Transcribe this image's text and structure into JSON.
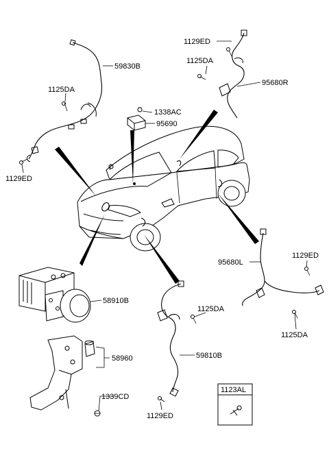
{
  "callouts": {
    "c_1129ed_tr": "1129ED",
    "c_1125da_tr": "1125DA",
    "c_95680r": "95680R",
    "c_59830b": "59830B",
    "c_1125da_tl": "1125DA",
    "c_1338ac": "1338AC",
    "c_95690": "95690",
    "c_1129ed_tl": "1129ED",
    "c_95680l": "95680L",
    "c_1129ed_mr": "1129ED",
    "c_58910b": "58910B",
    "c_1125da_mid": "1125DA",
    "c_1125da_br": "1125DA",
    "c_59810b": "59810B",
    "c_58960": "58960",
    "c_1339cd": "1339CD",
    "c_1129ed_bot": "1129ED"
  },
  "legend_box": {
    "code": "1123AL"
  },
  "icons": [
    "car-illustration",
    "abs-module",
    "bracket",
    "wheel-speed-sensor",
    "bolt",
    "screw"
  ]
}
